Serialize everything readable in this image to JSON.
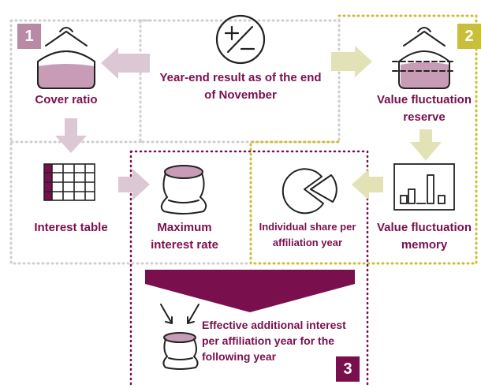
{
  "badges": {
    "one": "1",
    "two": "2",
    "three": "3"
  },
  "labels": {
    "center": "Year-end result as of the end of November",
    "cover_ratio": "Cover ratio",
    "vf_reserve": "Value fluctuation reserve",
    "interest_table": "Interest table",
    "max_rate": "Maximum interest rate",
    "individual_share": "Individual share per affiliation year",
    "vf_memory": "Value fluctuation memory",
    "effective": "Effective additional interest per affiliation year for the following year"
  },
  "icons": {
    "plus_minus": "plus-minus-icon",
    "cover_ratio": "tank-icon",
    "vf_reserve": "tank-icon",
    "interest_table": "table-icon",
    "max_rate": "sack-icon",
    "individual_share": "pie-chart-icon",
    "vf_memory": "bar-chart-icon",
    "effective": "sack-icon"
  },
  "colors": {
    "accent": "#7a0f4e",
    "mauve": "#b88aa5",
    "mauve_light": "#dcc8d4",
    "olive": "#c9bf3a",
    "olive_light": "#e3e2b7",
    "grey_dots": "#cfcfcf",
    "plum_dots": "#7a0f4e"
  }
}
